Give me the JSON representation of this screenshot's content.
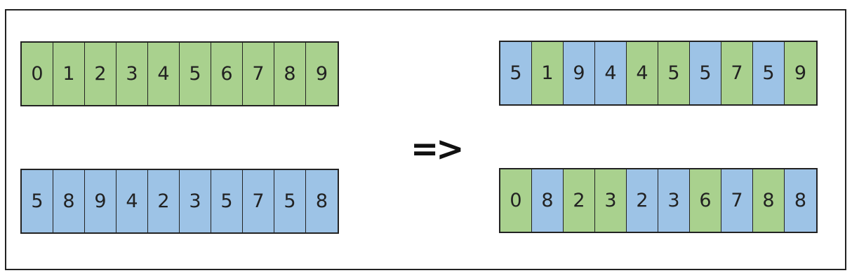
{
  "colors": {
    "green": "#a9d18e",
    "blue": "#9dc3e6"
  },
  "arrow": "=>",
  "arrays": {
    "top_left": [
      {
        "v": "0",
        "c": "green"
      },
      {
        "v": "1",
        "c": "green"
      },
      {
        "v": "2",
        "c": "green"
      },
      {
        "v": "3",
        "c": "green"
      },
      {
        "v": "4",
        "c": "green"
      },
      {
        "v": "5",
        "c": "green"
      },
      {
        "v": "6",
        "c": "green"
      },
      {
        "v": "7",
        "c": "green"
      },
      {
        "v": "8",
        "c": "green"
      },
      {
        "v": "9",
        "c": "green"
      }
    ],
    "bottom_left": [
      {
        "v": "5",
        "c": "blue"
      },
      {
        "v": "8",
        "c": "blue"
      },
      {
        "v": "9",
        "c": "blue"
      },
      {
        "v": "4",
        "c": "blue"
      },
      {
        "v": "2",
        "c": "blue"
      },
      {
        "v": "3",
        "c": "blue"
      },
      {
        "v": "5",
        "c": "blue"
      },
      {
        "v": "7",
        "c": "blue"
      },
      {
        "v": "5",
        "c": "blue"
      },
      {
        "v": "8",
        "c": "blue"
      }
    ],
    "top_right": [
      {
        "v": "5",
        "c": "blue"
      },
      {
        "v": "1",
        "c": "green"
      },
      {
        "v": "9",
        "c": "blue"
      },
      {
        "v": "4",
        "c": "blue"
      },
      {
        "v": "4",
        "c": "green"
      },
      {
        "v": "5",
        "c": "green"
      },
      {
        "v": "5",
        "c": "blue"
      },
      {
        "v": "7",
        "c": "green"
      },
      {
        "v": "5",
        "c": "blue"
      },
      {
        "v": "9",
        "c": "green"
      }
    ],
    "bottom_right": [
      {
        "v": "0",
        "c": "green"
      },
      {
        "v": "8",
        "c": "blue"
      },
      {
        "v": "2",
        "c": "green"
      },
      {
        "v": "3",
        "c": "green"
      },
      {
        "v": "2",
        "c": "blue"
      },
      {
        "v": "3",
        "c": "blue"
      },
      {
        "v": "6",
        "c": "green"
      },
      {
        "v": "7",
        "c": "blue"
      },
      {
        "v": "8",
        "c": "green"
      },
      {
        "v": "8",
        "c": "blue"
      }
    ]
  }
}
